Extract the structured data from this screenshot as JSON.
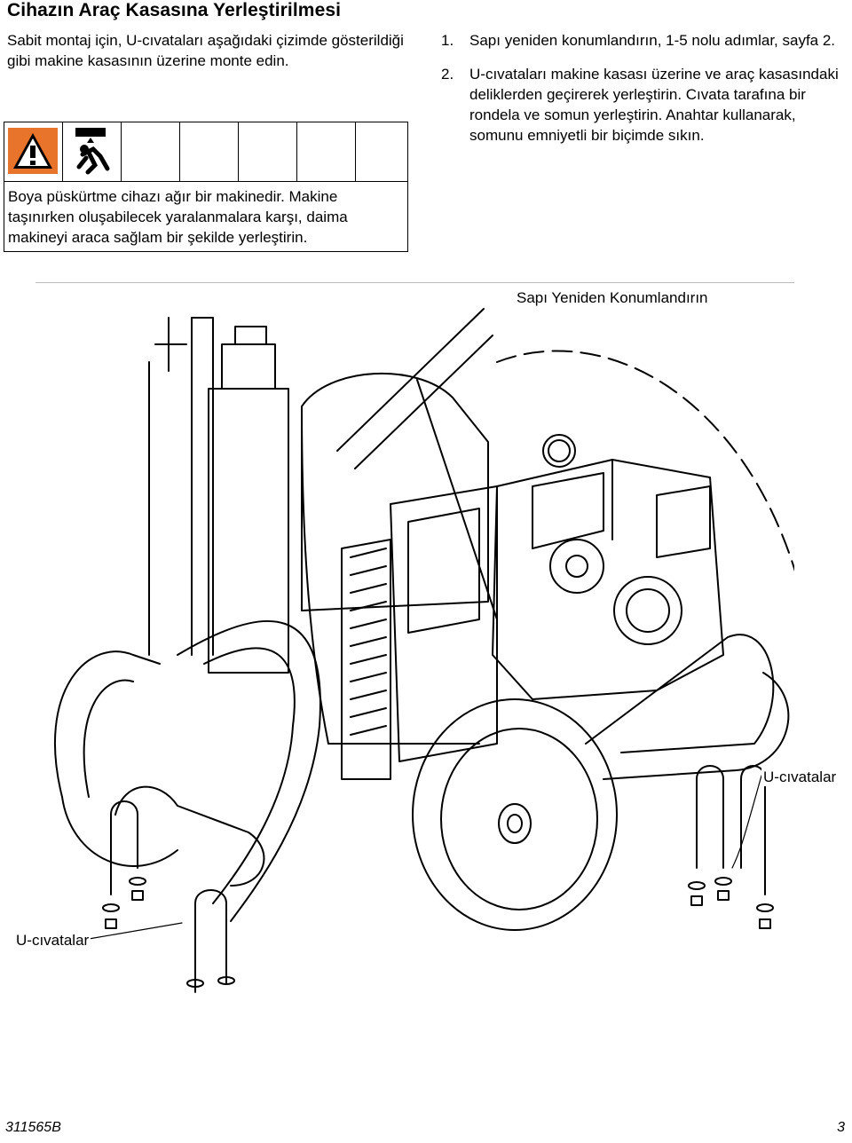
{
  "title": "Cihazın Araç Kasasına Yerleştirilmesi",
  "intro": "Sabit montaj için, U-cıvataları aşağıdaki çizimde gösterildiği gibi makine kasasının üzerine monte edin.",
  "steps": [
    {
      "num": "1.",
      "text": "Sapı yeniden konumlandırın, 1-5 nolu adımlar, sayfa 2."
    },
    {
      "num": "2.",
      "text": "U-cıvataları makine kasası üzerine ve araç kasasındaki deliklerden geçirerek yerleştirin. Cıvata tarafına bir rondela ve somun yerleştirin. Anahtar kullanarak, somunu emniyetli bir biçimde sıkın."
    }
  ],
  "warning": {
    "text": "Boya püskürtme cihazı ağır bir makinedir. Makine taşınırken oluşabilecek yaralanmalara karşı, daima makineyi araca sağlam bir şekilde yerleştirin.",
    "icons": [
      "warning-triangle-icon",
      "heavy-object-icon"
    ],
    "accent_color": "#e8732a"
  },
  "figure": {
    "callouts": {
      "reposition": "Sapı Yeniden Konumlandırın",
      "ubolts_right": "U-cıvatalar",
      "ubolts_left": "U-cıvatalar"
    }
  },
  "footer": {
    "doc_code": "311565B",
    "page": "3"
  }
}
